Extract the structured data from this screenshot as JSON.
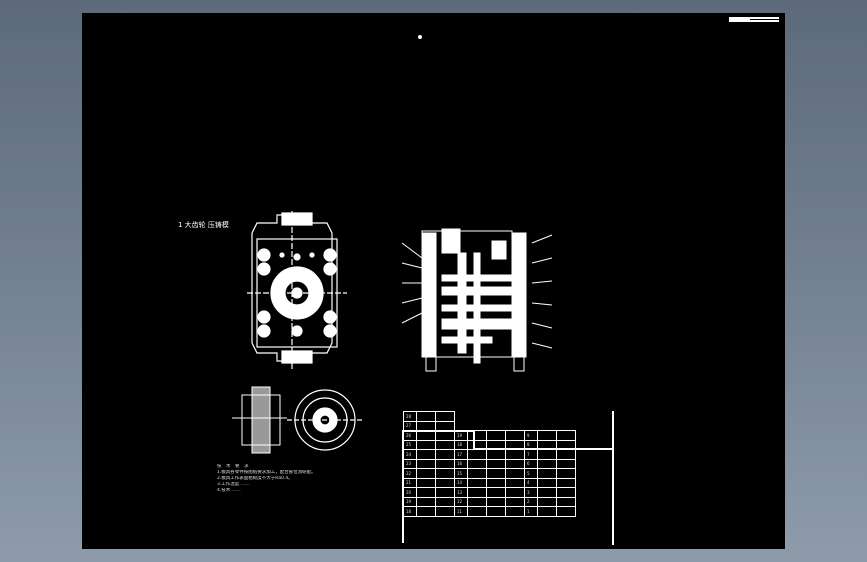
{
  "drawing": {
    "title": "1 大齿轮 压铸模",
    "bg_color": "#000000",
    "line_color": "#ffffff"
  },
  "notes": [
    "技　术　要　求",
    "1.模具各零件按图纸要求加工，配合部位须研配。",
    "2.模具工作表面粗糙度不大于Ra0.4。",
    "3.工作温度 ……",
    "4.技术 ……"
  ],
  "bom_rows": [
    [
      "28",
      "",
      "",
      "",
      "",
      "",
      "",
      "",
      "",
      ""
    ],
    [
      "27",
      "",
      "",
      "",
      "",
      "",
      "",
      "",
      "",
      ""
    ],
    [
      "26",
      "",
      "",
      "19",
      "",
      "",
      "",
      "9",
      "",
      ""
    ],
    [
      "25",
      "",
      "",
      "18",
      "",
      "",
      "",
      "8",
      "",
      ""
    ],
    [
      "24",
      "",
      "",
      "17",
      "",
      "",
      "",
      "7",
      "",
      ""
    ],
    [
      "23",
      "",
      "",
      "16",
      "",
      "",
      "",
      "6",
      "",
      ""
    ],
    [
      "22",
      "",
      "",
      "15",
      "",
      "",
      "",
      "5",
      "",
      ""
    ],
    [
      "21",
      "",
      "",
      "14",
      "",
      "",
      "",
      "4",
      "",
      ""
    ],
    [
      "20",
      "",
      "",
      "13",
      "",
      "",
      "",
      "3",
      "",
      ""
    ],
    [
      "19",
      "",
      "",
      "12",
      "",
      "",
      "",
      "2",
      "",
      ""
    ],
    [
      "18",
      "",
      "",
      "11",
      "",
      "",
      "",
      "1",
      "",
      ""
    ]
  ]
}
